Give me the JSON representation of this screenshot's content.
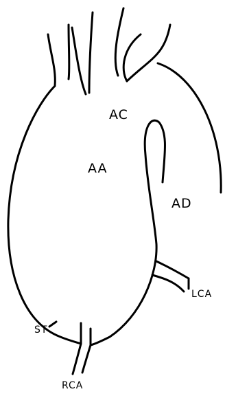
{
  "labels": {
    "ac": "AC",
    "aa": "AA",
    "ad": "AD",
    "lca": "LCA",
    "st": "ST",
    "rca": "RCA"
  },
  "colors": {
    "ink": "#000000",
    "background": "#ffffff"
  }
}
